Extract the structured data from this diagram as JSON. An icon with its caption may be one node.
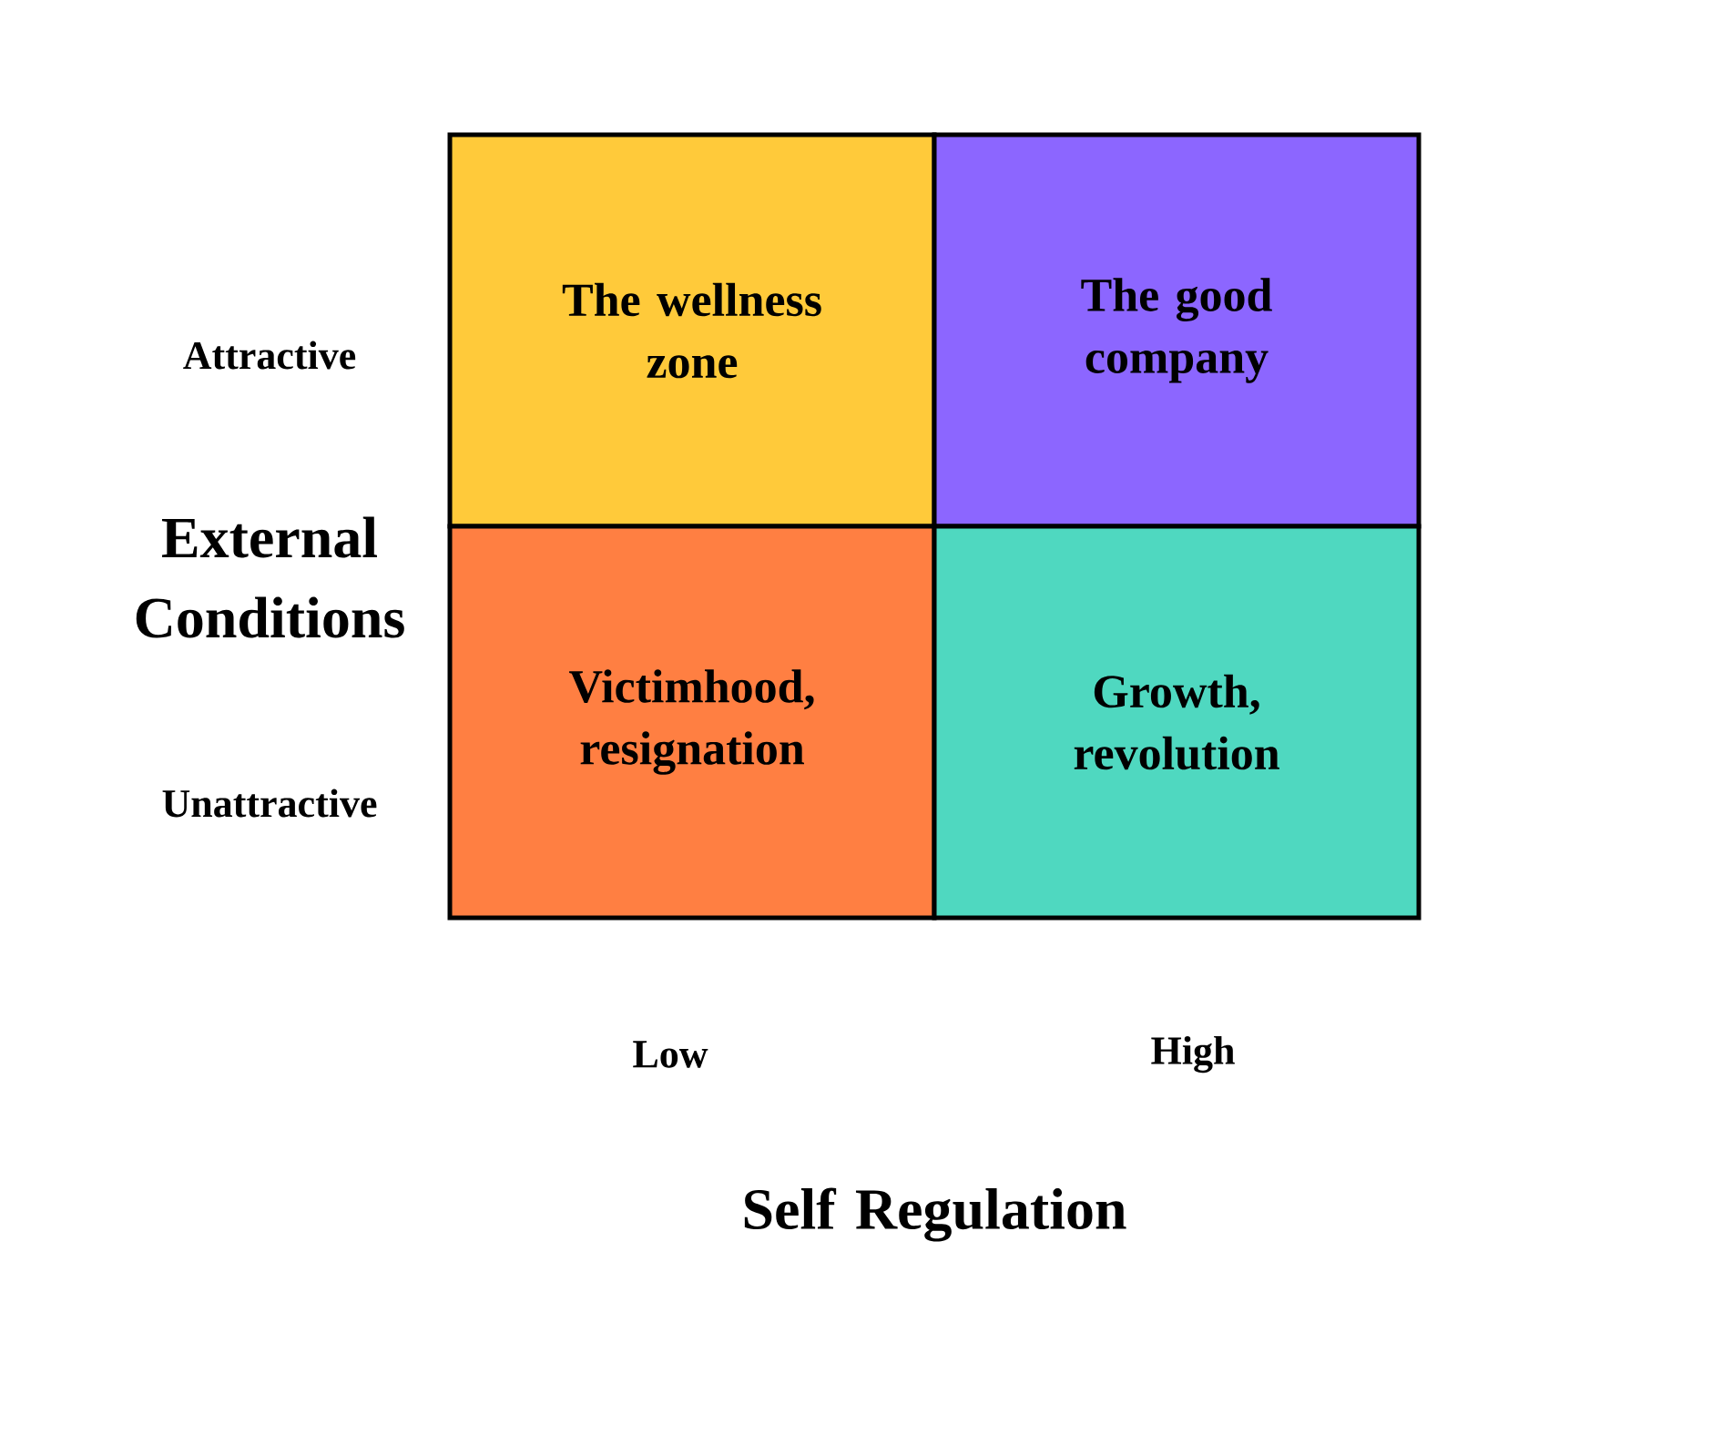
{
  "diagram": {
    "nodes": [
      {
        "text": [
          "The wellness zone"
        ]
      },
      {
        "text": [
          "The good company"
        ]
      },
      {
        "text": [
          "Victimhood, resignation"
        ]
      },
      {
        "text": [
          "Growth, revolution"
        ]
      }
    ],
    "labels": [
      "Attractive",
      "External Conditions",
      "Unattractive",
      "Low",
      "High",
      "Self Regulation"
    ]
  }
}
